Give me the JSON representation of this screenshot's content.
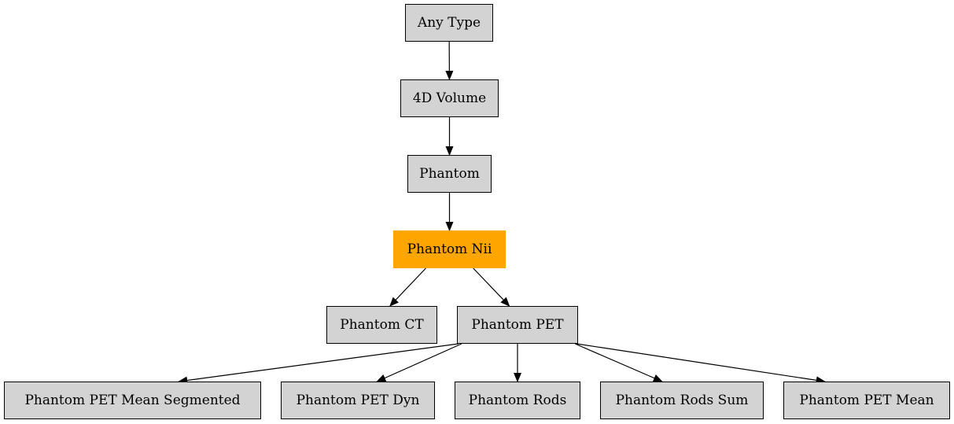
{
  "colors": {
    "node_fill": "#d3d3d3",
    "highlight_fill": "#ffa500",
    "edge": "#000000"
  },
  "nodes": {
    "any_type": "Any Type",
    "volume_4d": "4D Volume",
    "phantom": "Phantom",
    "phantom_nii": "Phantom Nii",
    "phantom_ct": "Phantom CT",
    "phantom_pet": "Phantom PET",
    "pet_mean_segmented": "Phantom PET Mean Segmented",
    "pet_dyn": "Phantom PET Dyn",
    "rods": "Phantom Rods",
    "rods_sum": "Phantom Rods Sum",
    "pet_mean": "Phantom PET Mean"
  },
  "highlighted": "phantom_nii",
  "edges": [
    [
      "any_type",
      "volume_4d"
    ],
    [
      "volume_4d",
      "phantom"
    ],
    [
      "phantom",
      "phantom_nii"
    ],
    [
      "phantom_nii",
      "phantom_ct"
    ],
    [
      "phantom_nii",
      "phantom_pet"
    ],
    [
      "phantom_pet",
      "pet_mean_segmented"
    ],
    [
      "phantom_pet",
      "pet_dyn"
    ],
    [
      "phantom_pet",
      "rods"
    ],
    [
      "phantom_pet",
      "rods_sum"
    ],
    [
      "phantom_pet",
      "pet_mean"
    ]
  ]
}
